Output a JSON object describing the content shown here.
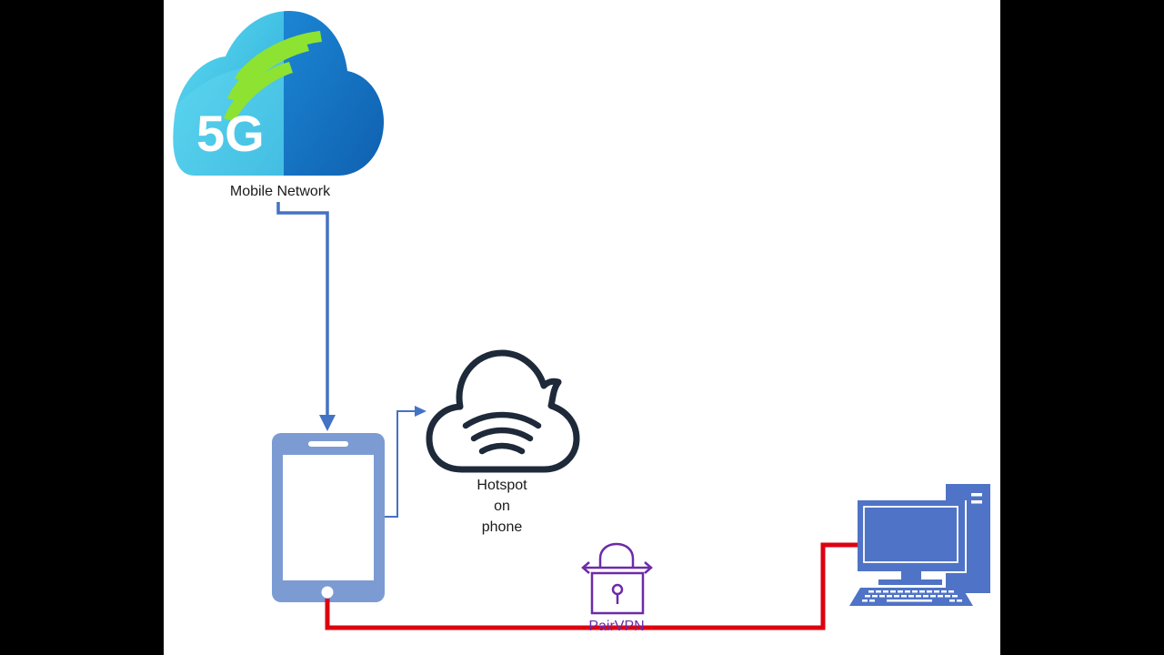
{
  "network": {
    "badge_text": "5G",
    "label": "Mobile Network"
  },
  "hotspot": {
    "label_lines": [
      "Hotspot",
      "on",
      "phone"
    ]
  },
  "vpn": {
    "label": "PairVPN"
  },
  "colors": {
    "blue_link": "#4472c4",
    "red_link": "#dd0010",
    "phone": "#7c9bd3",
    "computer": "#4f73c6",
    "hotspot_outline": "#1e2a3a",
    "vpn_purple": "#6d2ba8",
    "cloud_dark": "#1679c9",
    "cloud_light": "#4cc9e8",
    "signal_green": "#8ee232"
  }
}
